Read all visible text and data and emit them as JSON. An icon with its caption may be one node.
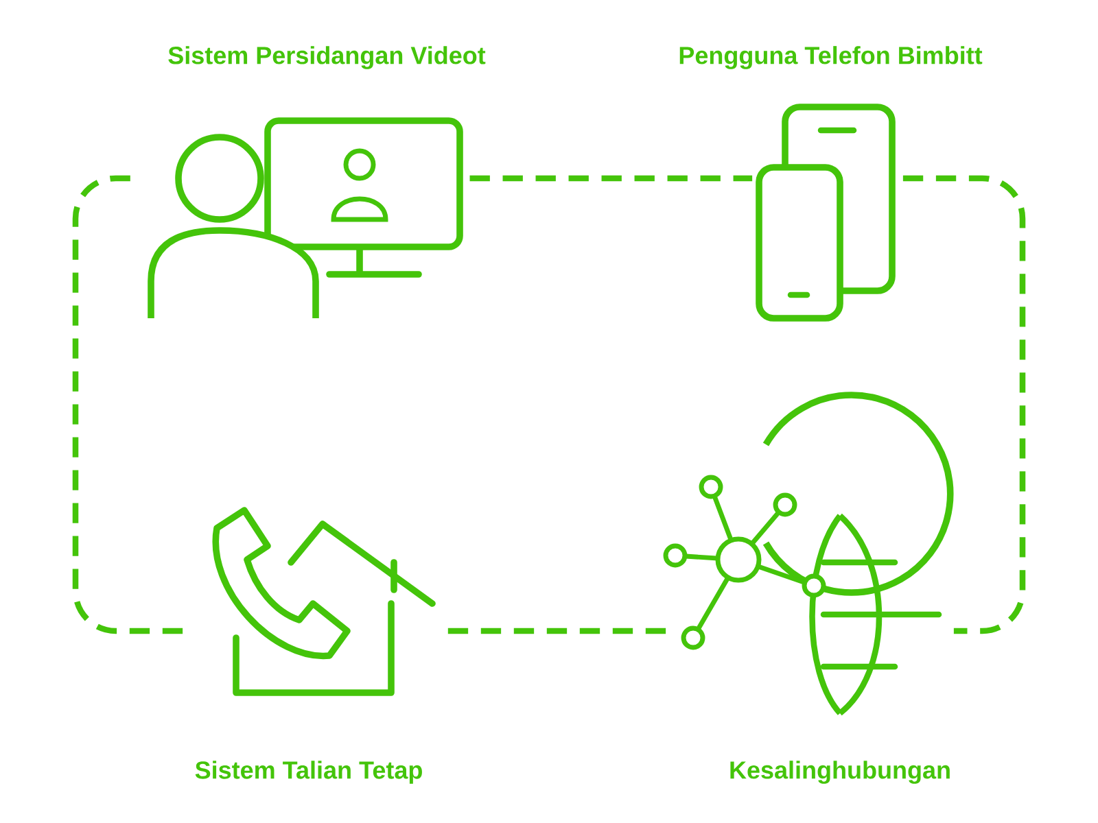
{
  "diagram": {
    "nodes": [
      {
        "text": [
          "Sistem Persidangan Videot"
        ]
      },
      {
        "text": [
          "Pengguna Telefon Bimbitt"
        ]
      },
      {
        "text": [
          "Sistem Talian Tetap"
        ]
      },
      {
        "text": [
          "Kesalinghubungan"
        ]
      }
    ],
    "edges": [
      {
        "from": 0,
        "to": 1,
        "arrow": "none",
        "style": "dashed"
      },
      {
        "from": 1,
        "to": 3,
        "arrow": "none",
        "style": "dashed"
      },
      {
        "from": 3,
        "to": 2,
        "arrow": "none",
        "style": "dashed"
      },
      {
        "from": 2,
        "to": 0,
        "arrow": "none",
        "style": "dashed"
      }
    ]
  }
}
